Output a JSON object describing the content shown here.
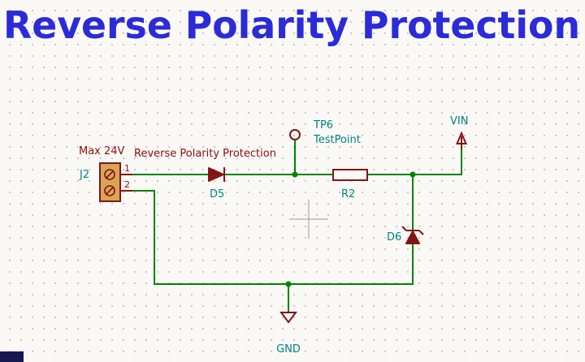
{
  "page": {
    "title_banner": "Reverse Polarity Protection"
  },
  "schematic": {
    "section_label": "Reverse Polarity Protection",
    "connector_j2": {
      "reference": "J2",
      "note": "Max 24V",
      "pin_1": "1",
      "pin_2": "2"
    },
    "diode_d5": {
      "reference": "D5"
    },
    "testpoint_tp6": {
      "reference": "TP6",
      "value": "TestPoint"
    },
    "resistor_r2": {
      "reference": "R2"
    },
    "zener_d6": {
      "reference": "D6"
    },
    "power_nets": {
      "vin": "VIN",
      "gnd": "GND"
    }
  },
  "colors": {
    "title": "#2b2bd8",
    "wire": "#008400",
    "component_outline": "#841414",
    "reference_text": "#008484",
    "note_text": "#8a0d0d",
    "connector_fill": "#d8a458",
    "background": "#faf9f6",
    "grid_dot": "#c6c6c6",
    "crosshair": "#9a9a9a",
    "corner_bar": "#181850"
  }
}
